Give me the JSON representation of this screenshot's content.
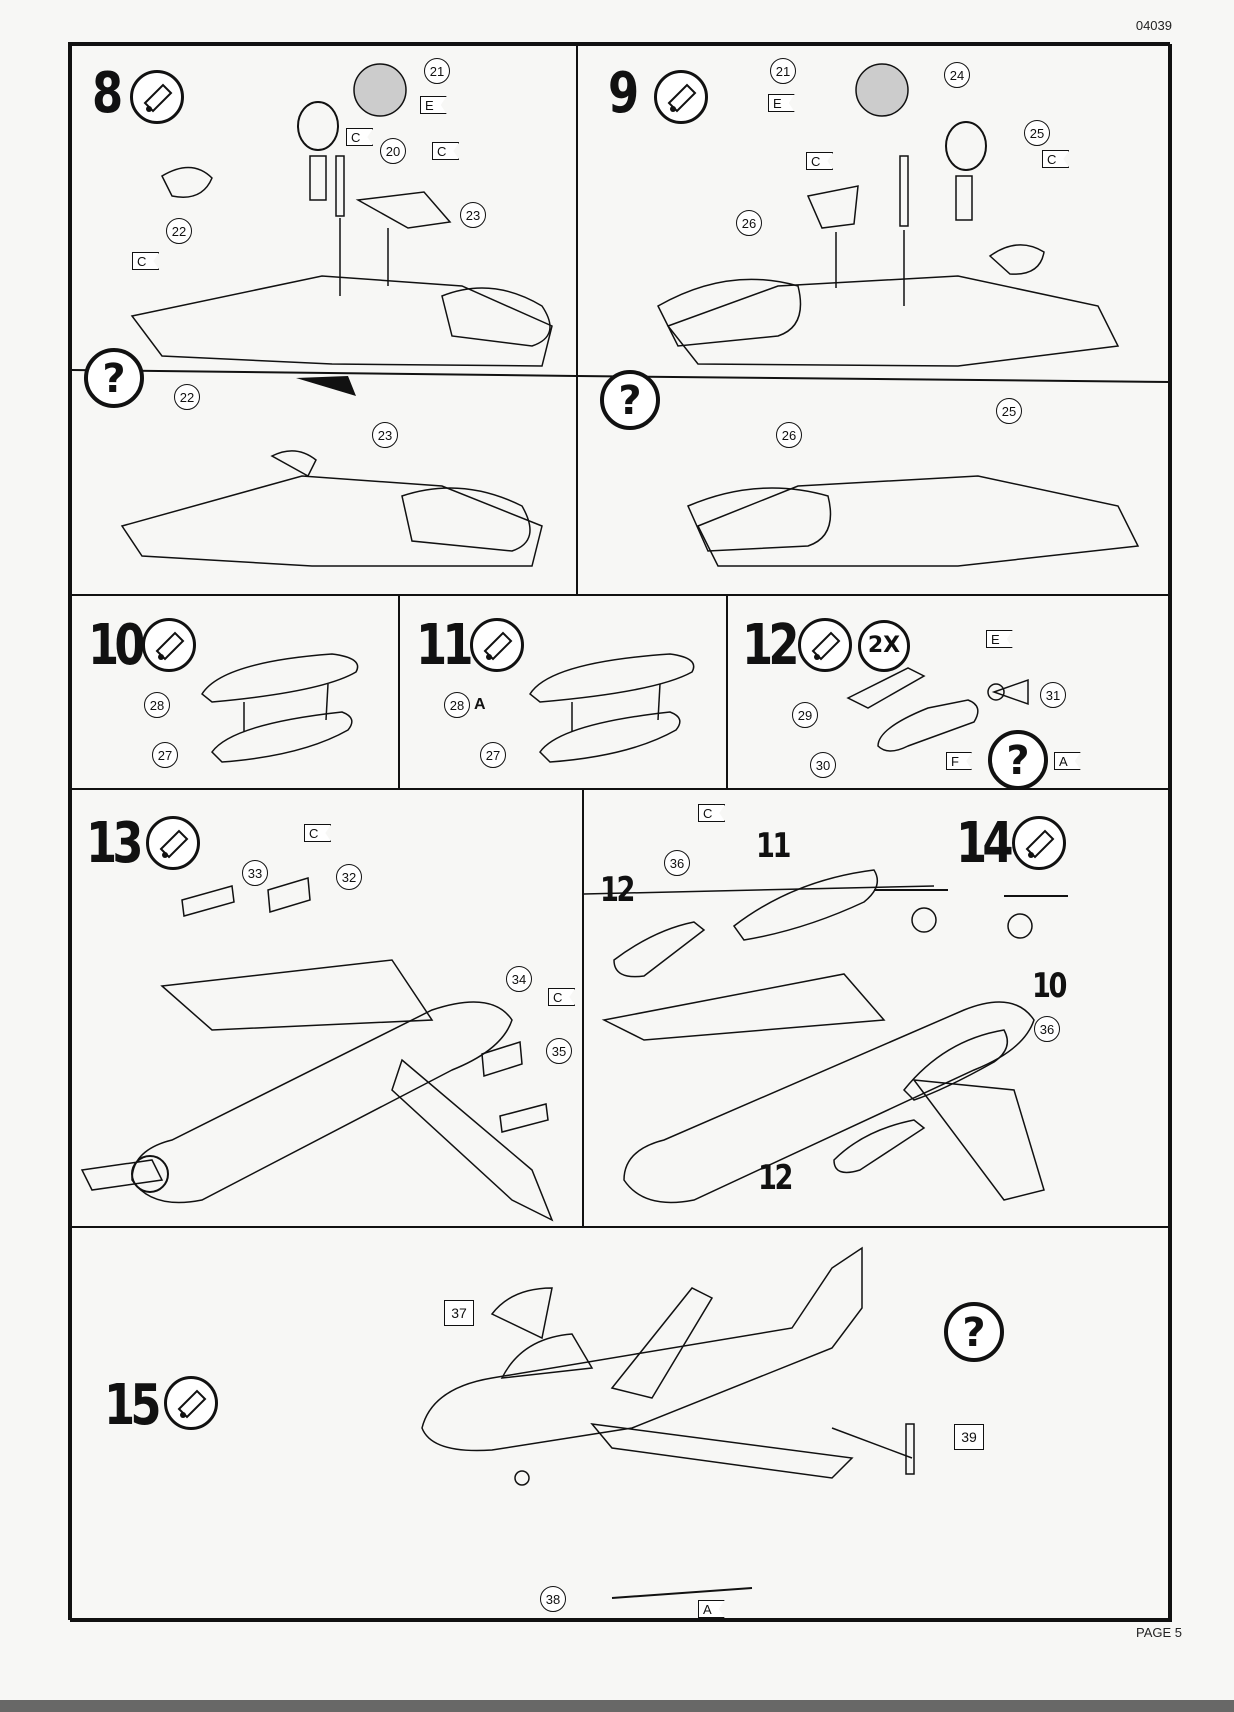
{
  "header": {
    "doc_id": "04039"
  },
  "footer": {
    "page_label": "PAGE 5"
  },
  "steps": {
    "s8": "8",
    "s9": "9",
    "s10": "10",
    "s11": "11",
    "s12": "12",
    "s13": "13",
    "s14": "14",
    "s15": "15"
  },
  "refs": {
    "r20": "20",
    "r21": "21",
    "r22": "22",
    "r23": "23",
    "r24": "24",
    "r25": "25",
    "r26": "26",
    "r27": "27",
    "r28": "28",
    "r29": "29",
    "r30": "30",
    "r31": "31",
    "r32": "32",
    "r33": "33",
    "r34": "34",
    "r35": "35",
    "r36": "36",
    "r37": "37",
    "r38": "38",
    "r39": "39"
  },
  "flags": {
    "A": "A",
    "C": "C",
    "E": "E",
    "F": "F"
  },
  "markers": {
    "question": "?",
    "multiplier": "2X",
    "variant_a": "A"
  },
  "part_callouts": {
    "p10": "10",
    "p11": "11",
    "p12": "12"
  },
  "icons": {
    "glue": "glue-tube-icon",
    "help": "question-mark-icon"
  }
}
